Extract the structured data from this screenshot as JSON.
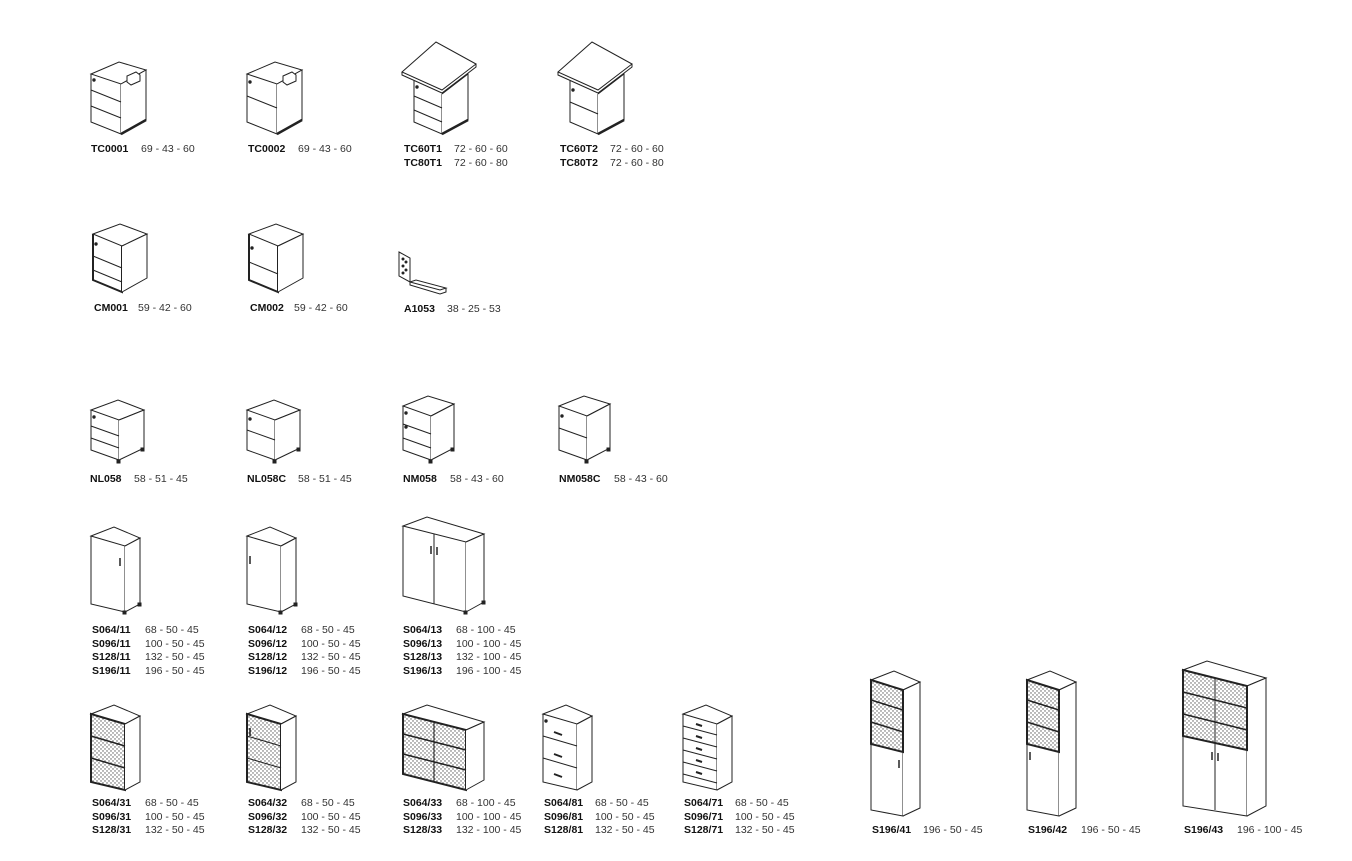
{
  "rows": [
    [
      {
        "id": "tc0001",
        "lines": [
          {
            "code": "TC0001",
            "dims": "69 - 43 - 60"
          }
        ]
      },
      {
        "id": "tc0002",
        "lines": [
          {
            "code": "TC0002",
            "dims": "69 - 43 - 60"
          }
        ]
      },
      {
        "id": "tc60t1",
        "lines": [
          {
            "code": "TC60T1",
            "dims": "72 - 60 - 60"
          },
          {
            "code": "TC80T1",
            "dims": "72 - 60 - 80"
          }
        ]
      },
      {
        "id": "tc60t2",
        "lines": [
          {
            "code": "TC60T2",
            "dims": "72 - 60 - 60"
          },
          {
            "code": "TC80T2",
            "dims": "72 - 60 - 80"
          }
        ]
      }
    ],
    [
      {
        "id": "cm001",
        "lines": [
          {
            "code": "CM001",
            "dims": "59 - 42 - 60"
          }
        ]
      },
      {
        "id": "cm002",
        "lines": [
          {
            "code": "CM002",
            "dims": "59 - 42 - 60"
          }
        ]
      },
      {
        "id": "a1053",
        "lines": [
          {
            "code": "A1053",
            "dims": "38 - 25 - 53"
          }
        ]
      }
    ],
    [
      {
        "id": "nl058",
        "lines": [
          {
            "code": "NL058",
            "dims": "58 - 51 - 45"
          }
        ]
      },
      {
        "id": "nl058c",
        "lines": [
          {
            "code": "NL058C",
            "dims": "58 - 51 - 45"
          }
        ]
      },
      {
        "id": "nm058",
        "lines": [
          {
            "code": "NM058",
            "dims": "58 - 43 - 60"
          }
        ]
      },
      {
        "id": "nm058c",
        "lines": [
          {
            "code": "NM058C",
            "dims": "58 - 43 - 60"
          }
        ]
      }
    ],
    [
      {
        "id": "s064-11",
        "lines": [
          {
            "code": "S064/11",
            "dims": "68 - 50 - 45"
          },
          {
            "code": "S096/11",
            "dims": "100 - 50 - 45"
          },
          {
            "code": "S128/11",
            "dims": "132 - 50 - 45"
          },
          {
            "code": "S196/11",
            "dims": "196 - 50 - 45"
          }
        ]
      },
      {
        "id": "s064-12",
        "lines": [
          {
            "code": "S064/12",
            "dims": "68 - 50 - 45"
          },
          {
            "code": "S096/12",
            "dims": "100 - 50 - 45"
          },
          {
            "code": "S128/12",
            "dims": "132 - 50 - 45"
          },
          {
            "code": "S196/12",
            "dims": "196 - 50 - 45"
          }
        ]
      },
      {
        "id": "s064-13",
        "lines": [
          {
            "code": "S064/13",
            "dims": "68 - 100 - 45"
          },
          {
            "code": "S096/13",
            "dims": "100 - 100 - 45"
          },
          {
            "code": "S128/13",
            "dims": "132 - 100 - 45"
          },
          {
            "code": "S196/13",
            "dims": "196 - 100 - 45"
          }
        ]
      }
    ],
    [
      {
        "id": "s064-31",
        "lines": [
          {
            "code": "S064/31",
            "dims": "68 - 50 - 45"
          },
          {
            "code": "S096/31",
            "dims": "100 - 50 - 45"
          },
          {
            "code": "S128/31",
            "dims": "132 - 50 - 45"
          }
        ]
      },
      {
        "id": "s064-32",
        "lines": [
          {
            "code": "S064/32",
            "dims": "68 - 50 - 45"
          },
          {
            "code": "S096/32",
            "dims": "100 - 50 - 45"
          },
          {
            "code": "S128/32",
            "dims": "132 - 50 - 45"
          }
        ]
      },
      {
        "id": "s064-33",
        "lines": [
          {
            "code": "S064/33",
            "dims": "68 - 100 - 45"
          },
          {
            "code": "S096/33",
            "dims": "100 - 100 - 45"
          },
          {
            "code": "S128/33",
            "dims": "132 - 100 - 45"
          }
        ]
      },
      {
        "id": "s064-81",
        "lines": [
          {
            "code": "S064/81",
            "dims": "68 - 50 - 45"
          },
          {
            "code": "S096/81",
            "dims": "100 - 50 - 45"
          },
          {
            "code": "S128/81",
            "dims": "132 - 50 - 45"
          }
        ]
      },
      {
        "id": "s064-71",
        "lines": [
          {
            "code": "S064/71",
            "dims": "68 - 50 - 45"
          },
          {
            "code": "S096/71",
            "dims": "100 - 50 - 45"
          },
          {
            "code": "S128/71",
            "dims": "132 - 50 - 45"
          }
        ]
      },
      {
        "id": "s196-41",
        "lines": [
          {
            "code": "S196/41",
            "dims": "196 - 50 - 45"
          }
        ]
      },
      {
        "id": "s196-42",
        "lines": [
          {
            "code": "S196/42",
            "dims": "196 - 50 - 45"
          }
        ]
      },
      {
        "id": "s196-43",
        "lines": [
          {
            "code": "S196/43",
            "dims": "196 - 100 - 45"
          }
        ]
      }
    ]
  ]
}
